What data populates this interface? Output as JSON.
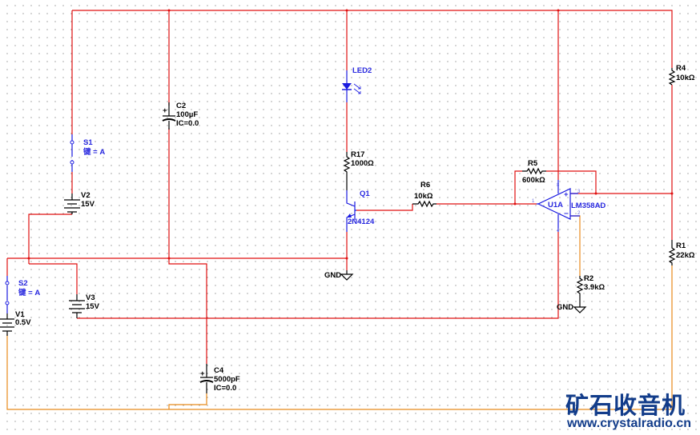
{
  "schematic": {
    "components": {
      "C2": {
        "ref": "C2",
        "value": "100µF",
        "ic": "IC=0.0"
      },
      "C4": {
        "ref": "C4",
        "value": "5000pF",
        "ic": "IC=0.0"
      },
      "S1": {
        "ref": "S1",
        "key": "键 = A"
      },
      "S2": {
        "ref": "S2",
        "key": "键 = A"
      },
      "V1": {
        "ref": "V1",
        "value": "0.5V"
      },
      "V2": {
        "ref": "V2",
        "value": "15V"
      },
      "V3": {
        "ref": "V3",
        "value": "15V"
      },
      "LED2": {
        "ref": "LED2"
      },
      "R17": {
        "ref": "R17",
        "value": "1000Ω"
      },
      "Q1": {
        "ref": "Q1",
        "model": "2N4124"
      },
      "R6": {
        "ref": "R6",
        "value": "10kΩ"
      },
      "R5": {
        "ref": "R5",
        "value": "600kΩ"
      },
      "U1A": {
        "ref": "U1A",
        "model": "LM358AD",
        "pins": {
          "p1": "1",
          "p2": "2",
          "p3": "3",
          "p8": "8",
          "p4": "4"
        },
        "plus": "+",
        "minus": "−"
      },
      "R2": {
        "ref": "R2",
        "value": "3.9kΩ"
      },
      "R4": {
        "ref": "R4",
        "value": "10kΩ"
      },
      "R1": {
        "ref": "R1",
        "value": "22kΩ"
      },
      "GND1": {
        "label": "GND"
      },
      "GND2": {
        "label": "GND"
      },
      "C2_plus": "+",
      "C4_plus": "+"
    },
    "colors": {
      "wire_red": "#e01010",
      "wire_orange": "#e88a1a",
      "part_blue": "#2a2ae0",
      "watermark": "#123c8a"
    }
  },
  "watermark": {
    "title": "矿石收音机",
    "url": "www.crystalradio.cn"
  }
}
